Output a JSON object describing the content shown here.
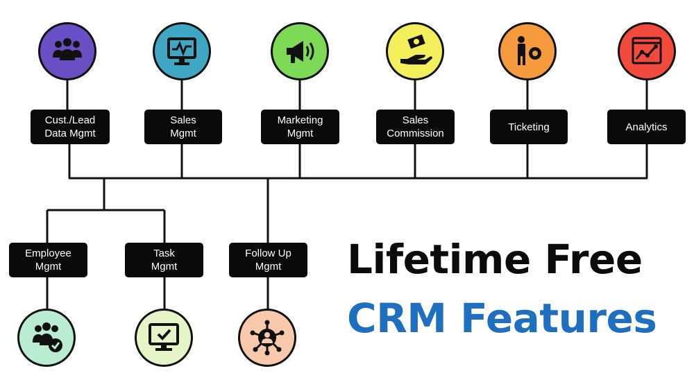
{
  "top_features": [
    {
      "label": "Cust./Lead\nData Mgmt",
      "color": "#6a4fc4",
      "icon": "people-group-icon"
    },
    {
      "label": "Sales\nMgmt",
      "color": "#3fa7c4",
      "icon": "monitor-chart-icon"
    },
    {
      "label": "Marketing\nMgmt",
      "color": "#7ed957",
      "icon": "megaphone-icon"
    },
    {
      "label": "Sales\nCommission",
      "color": "#f2ef5a",
      "icon": "hand-money-icon"
    },
    {
      "label": "Ticketing",
      "color": "#f59a3d",
      "icon": "worker-gear-icon"
    },
    {
      "label": "Analytics",
      "color": "#f24a3d",
      "icon": "analytics-browser-icon"
    }
  ],
  "bottom_features": [
    {
      "label": "Employee\nMgmt",
      "color": "#b9ecd0",
      "icon": "employee-check-icon"
    },
    {
      "label": "Task\nMgmt",
      "color": "#e6f5c8",
      "icon": "monitor-check-icon"
    },
    {
      "label": "Follow Up\nMgmt",
      "color": "#f8c9ad",
      "icon": "network-person-icon"
    }
  ],
  "headline": {
    "line1": "Lifetime Free",
    "line2": "CRM Features",
    "line2_color": "#1e6fc0"
  }
}
